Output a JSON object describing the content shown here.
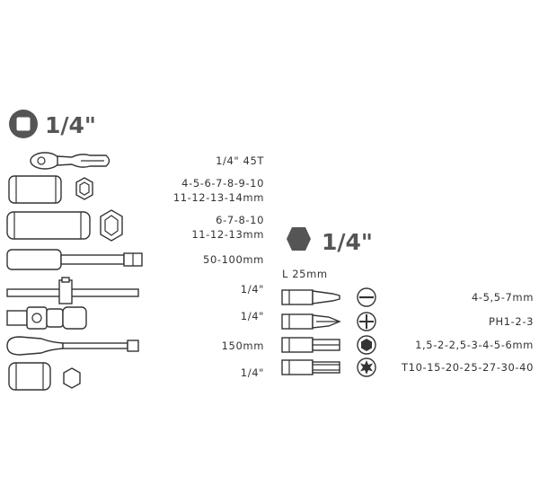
{
  "left_section": {
    "drive_size": "1/4\"",
    "icon": "square-drive-icon",
    "rows": [
      {
        "label": "1/4\" 45T",
        "lines": [
          "1/4\" 45T"
        ]
      },
      {
        "lines": [
          "4-5-6-7-8-9-10",
          "11-12-13-14mm"
        ]
      },
      {
        "lines": [
          "6-7-8-10",
          "11-12-13mm"
        ]
      },
      {
        "lines": [
          "50-100mm"
        ]
      },
      {
        "lines": [
          "1/4\""
        ]
      },
      {
        "lines": [
          "1/4\""
        ]
      },
      {
        "lines": [
          "150mm"
        ]
      },
      {
        "lines": [
          "1/4\""
        ]
      }
    ]
  },
  "right_section": {
    "drive_size": "1/4\"",
    "icon": "hex-drive-icon",
    "bit_length": "L 25mm",
    "rows": [
      {
        "type": "slotted",
        "sizes": "4-5,5-7mm"
      },
      {
        "type": "phillips",
        "sizes": "PH1-2-3"
      },
      {
        "type": "hex",
        "sizes": "1,5-2-2,5-3-4-5-6mm"
      },
      {
        "type": "torx",
        "sizes": "T10-15-20-25-27-30-40"
      }
    ]
  },
  "colors": {
    "header_gray": "#555555",
    "line": "#333333",
    "background": "#ffffff"
  }
}
